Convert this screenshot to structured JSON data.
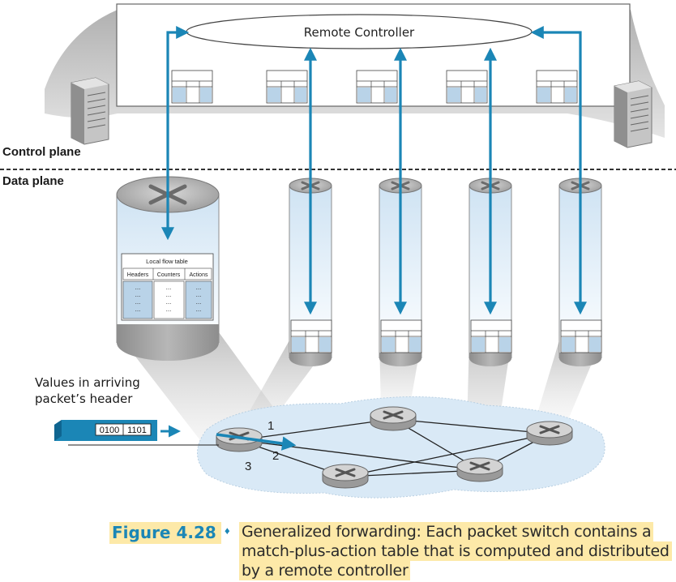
{
  "remote_controller_label": "Remote Controller",
  "control_plane_label": "Control plane",
  "data_plane_label": "Data plane",
  "local_flow_table": {
    "title": "Local flow table",
    "columns": [
      "Headers",
      "Counters",
      "Actions"
    ],
    "cell_placeholder": "..."
  },
  "packet": {
    "caption": "Values in arriving packet’s header",
    "caption_line1": "Values in arriving",
    "caption_line2": "packet’s header",
    "bits_a": "0100",
    "bits_b": "1101"
  },
  "port_labels": [
    "1",
    "2",
    "3"
  ],
  "caption": {
    "figure_number": "Figure 4.28",
    "separator": "♦",
    "line1": "Generalized forwarding: Each packet switch contains a",
    "line2": "match-plus-action table that is computed and distributed",
    "line3": "by a remote controller"
  },
  "colors": {
    "accent_blue": "#1b86b6",
    "table_blue": "#b9d3e8",
    "highlight_yellow": "#fde9a8"
  }
}
